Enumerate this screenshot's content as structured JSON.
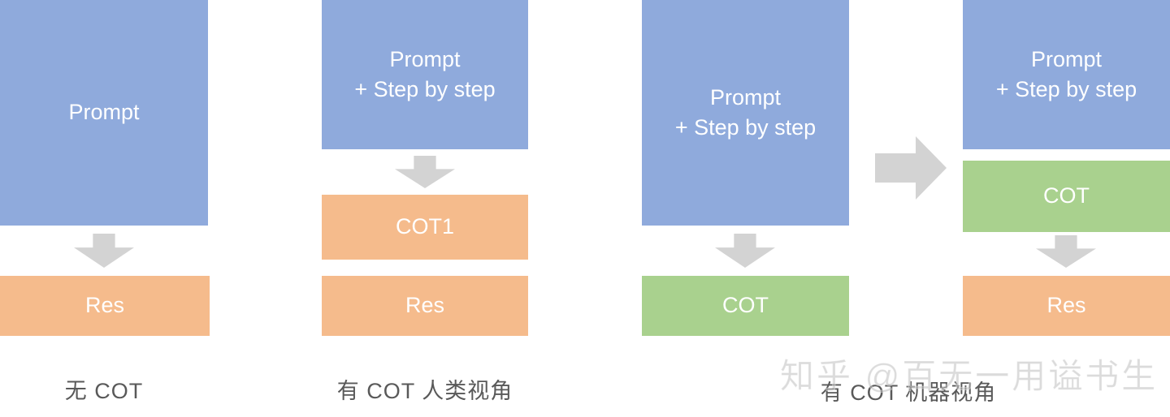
{
  "columns": {
    "no_cot": {
      "prompt": "Prompt",
      "res": "Res",
      "caption": "无 COT"
    },
    "cot_human": {
      "prompt_line1": "Prompt",
      "prompt_line2": "+ Step by step",
      "cot1": "COT1",
      "res": "Res",
      "caption": "有 COT 人类视角"
    },
    "cot_machine_left": {
      "prompt_line1": "Prompt",
      "prompt_line2": "+ Step by step",
      "cot": "COT"
    },
    "cot_machine_right": {
      "prompt_line1": "Prompt",
      "prompt_line2": "+ Step by step",
      "cot": "COT",
      "res": "Res"
    },
    "cot_machine_caption": "有 COT 机器视角"
  },
  "watermark": "知乎 @百无一用谥书生",
  "colors": {
    "prompt_blue": "#8FAADC",
    "result_orange": "#F5BB8C",
    "cot_green": "#A9D18E",
    "arrow_gray": "#D3D3D3",
    "caption_gray": "#595959",
    "box_text": "#FFFFFF"
  }
}
